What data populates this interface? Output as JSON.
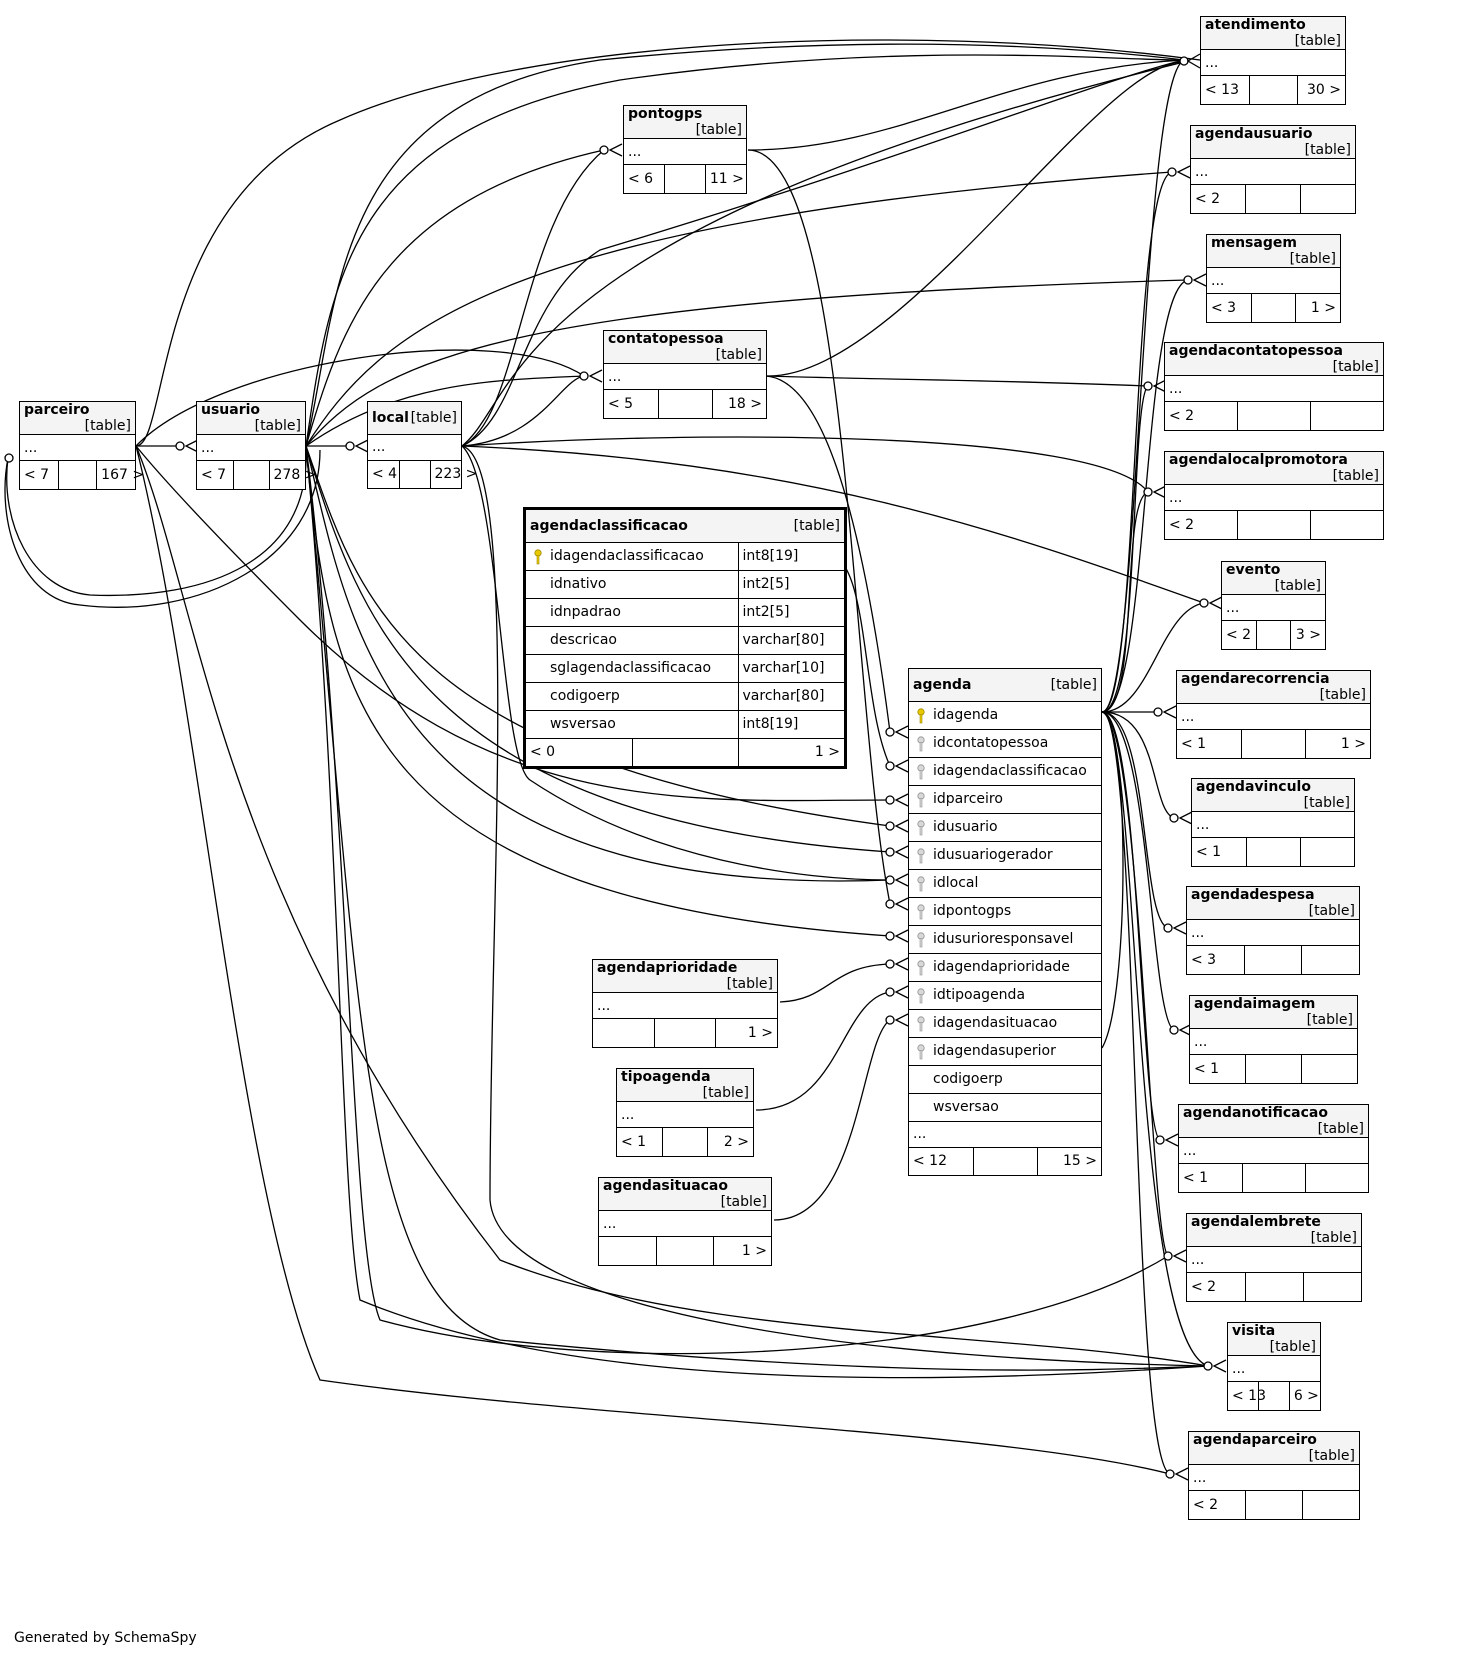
{
  "footer": "Generated by SchemaSpy",
  "tables": {
    "atendimento": {
      "name": "atendimento",
      "tag": "[table]",
      "ellipsis": "...",
      "left": "< 13",
      "mid": "",
      "right": "30 >"
    },
    "agendausuario": {
      "name": "agendausuario",
      "tag": "[table]",
      "ellipsis": "...",
      "left": "< 2",
      "mid": "",
      "right": ""
    },
    "mensagem": {
      "name": "mensagem",
      "tag": "[table]",
      "ellipsis": "...",
      "left": "< 3",
      "mid": "",
      "right": "1 >"
    },
    "agendacontatopessoa": {
      "name": "agendacontatopessoa",
      "tag": "[table]",
      "ellipsis": "...",
      "left": "< 2",
      "mid": "",
      "right": ""
    },
    "agendalocalpromotora": {
      "name": "agendalocalpromotora",
      "tag": "[table]",
      "ellipsis": "...",
      "left": "< 2",
      "mid": "",
      "right": ""
    },
    "evento": {
      "name": "evento",
      "tag": "[table]",
      "ellipsis": "...",
      "left": "< 2",
      "mid": "",
      "right": "3 >"
    },
    "agendarecorrencia": {
      "name": "agendarecorrencia",
      "tag": "[table]",
      "ellipsis": "...",
      "left": "< 1",
      "mid": "",
      "right": "1 >"
    },
    "agendavinculo": {
      "name": "agendavinculo",
      "tag": "[table]",
      "ellipsis": "...",
      "left": "< 1",
      "mid": "",
      "right": ""
    },
    "agendadespesa": {
      "name": "agendadespesa",
      "tag": "[table]",
      "ellipsis": "...",
      "left": "< 3",
      "mid": "",
      "right": ""
    },
    "agendaimagem": {
      "name": "agendaimagem",
      "tag": "[table]",
      "ellipsis": "...",
      "left": "< 1",
      "mid": "",
      "right": ""
    },
    "agendanotificacao": {
      "name": "agendanotificacao",
      "tag": "[table]",
      "ellipsis": "...",
      "left": "< 1",
      "mid": "",
      "right": ""
    },
    "agendalembrete": {
      "name": "agendalembrete",
      "tag": "[table]",
      "ellipsis": "...",
      "left": "< 2",
      "mid": "",
      "right": ""
    },
    "visita": {
      "name": "visita",
      "tag": "[table]",
      "ellipsis": "...",
      "left": "< 13",
      "mid": "",
      "right": "6 >"
    },
    "agendaparceiro": {
      "name": "agendaparceiro",
      "tag": "[table]",
      "ellipsis": "...",
      "left": "< 2",
      "mid": "",
      "right": ""
    },
    "pontogps": {
      "name": "pontogps",
      "tag": "[table]",
      "ellipsis": "...",
      "left": "< 6",
      "mid": "",
      "right": "11 >"
    },
    "contatopessoa": {
      "name": "contatopessoa",
      "tag": "[table]",
      "ellipsis": "...",
      "left": "< 5",
      "mid": "",
      "right": "18 >"
    },
    "parceiro": {
      "name": "parceiro",
      "tag": "[table]",
      "ellipsis": "...",
      "left": "< 7",
      "mid": "",
      "right": "167 >"
    },
    "usuario": {
      "name": "usuario",
      "tag": "[table]",
      "ellipsis": "...",
      "left": "< 7",
      "mid": "",
      "right": "278 >"
    },
    "local": {
      "name": "local",
      "tag": "[table]",
      "ellipsis": "...",
      "left": "< 4",
      "mid": "",
      "right": "223 >"
    },
    "agendaprioridade": {
      "name": "agendaprioridade",
      "tag": "[table]",
      "ellipsis": "...",
      "left": "",
      "mid": "",
      "right": "1 >"
    },
    "tipoagenda": {
      "name": "tipoagenda",
      "tag": "[table]",
      "ellipsis": "...",
      "left": "< 1",
      "mid": "",
      "right": "2 >"
    },
    "agendasituacao": {
      "name": "agendasituacao",
      "tag": "[table]",
      "ellipsis": "...",
      "left": "",
      "mid": "",
      "right": "1 >"
    }
  },
  "agendaclassificacao": {
    "name": "agendaclassificacao",
    "tag": "[table]",
    "columns": [
      {
        "name": "idagendaclassificacao",
        "type": "int8[19]",
        "key": "primary"
      },
      {
        "name": "idnativo",
        "type": "int2[5]",
        "key": "none"
      },
      {
        "name": "idnpadrao",
        "type": "int2[5]",
        "key": "none"
      },
      {
        "name": "descricao",
        "type": "varchar[80]",
        "key": "none"
      },
      {
        "name": "sglagendaclassificacao",
        "type": "varchar[10]",
        "key": "none"
      },
      {
        "name": "codigoerp",
        "type": "varchar[80]",
        "key": "none"
      },
      {
        "name": "wsversao",
        "type": "int8[19]",
        "key": "none"
      }
    ],
    "left": "< 0",
    "mid": "",
    "right": "1 >"
  },
  "agenda": {
    "name": "agenda",
    "tag": "[table]",
    "columns": [
      {
        "name": "idagenda",
        "key": "primary"
      },
      {
        "name": "idcontatopessoa",
        "key": "foreign"
      },
      {
        "name": "idagendaclassificacao",
        "key": "foreign"
      },
      {
        "name": "idparceiro",
        "key": "foreign"
      },
      {
        "name": "idusuario",
        "key": "foreign"
      },
      {
        "name": "idusuariogerador",
        "key": "foreign"
      },
      {
        "name": "idlocal",
        "key": "foreign"
      },
      {
        "name": "idpontogps",
        "key": "foreign"
      },
      {
        "name": "idusurioresponsavel",
        "key": "foreign"
      },
      {
        "name": "idagendaprioridade",
        "key": "foreign"
      },
      {
        "name": "idtipoagenda",
        "key": "foreign"
      },
      {
        "name": "idagendasituacao",
        "key": "foreign"
      },
      {
        "name": "idagendasuperior",
        "key": "foreign"
      },
      {
        "name": "codigoerp",
        "key": "none"
      },
      {
        "name": "wsversao",
        "key": "none"
      }
    ],
    "ellipsis": "...",
    "left": "< 12",
    "mid": "",
    "right": "15 >"
  },
  "colors": {
    "primary_key": "#e8c800",
    "foreign_key": "#b0b0b0",
    "header_bg": "#f4f4f4",
    "line": "#000000"
  }
}
